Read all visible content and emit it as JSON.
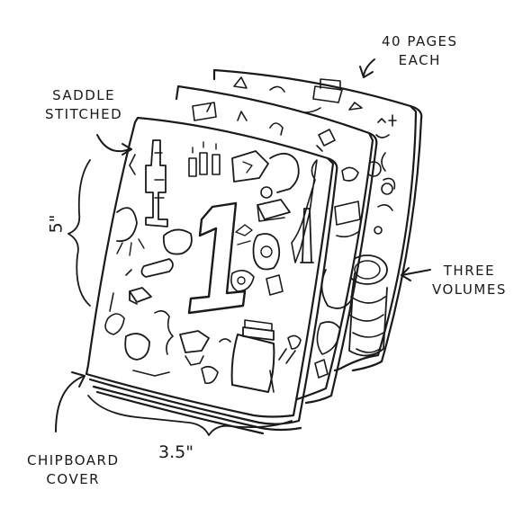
{
  "annotations": {
    "pages_line1": "40 PAGES",
    "pages_line2": "EACH",
    "saddle_line1": "SADDLE",
    "saddle_line2": "STITCHED",
    "volumes_line1": "THREE",
    "volumes_line2": "VOLUMES",
    "cover_line1": "CHIPBOARD",
    "cover_line2": "COVER"
  },
  "dimensions": {
    "height": "5\"",
    "width": "3.5\""
  },
  "front_cover": {
    "number": "1"
  }
}
